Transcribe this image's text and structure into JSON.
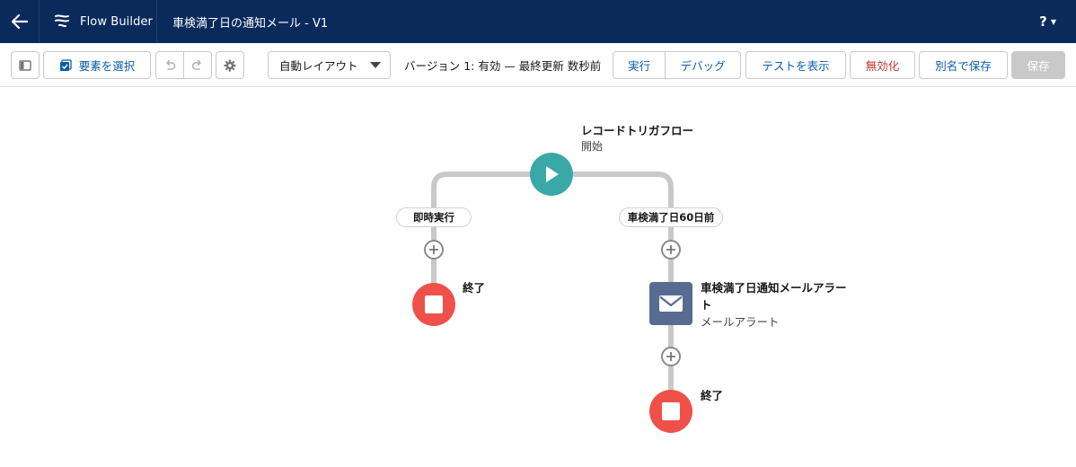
{
  "header": {
    "app_name": "Flow Builder",
    "flow_title": "車検満了日の通知メール - V1",
    "help_label": "?"
  },
  "toolbar": {
    "select_elements_label": "要素を選択",
    "layout_select_value": "自動レイアウト",
    "version_status": "バージョン 1: 有効 — 最終更新 数秒前",
    "run_label": "実行",
    "debug_label": "デバッグ",
    "view_tests_label": "テストを表示",
    "deactivate_label": "無効化",
    "save_as_label": "別名で保存",
    "save_label": "保存"
  },
  "flow": {
    "start": {
      "title": "レコードトリガフロー",
      "subtitle": "開始"
    },
    "branches": [
      {
        "label": "即時実行",
        "end_label": "終了"
      },
      {
        "label": "車検満了日60日前",
        "end_label": "終了",
        "action": {
          "title_line1": "車検満了日通知メールアラー",
          "title_line2": "ト",
          "subtitle": "メールアラート"
        }
      }
    ]
  },
  "colors": {
    "header_bg": "#0b2a5c",
    "start_node": "#3ba8a8",
    "end_node": "#f0504a",
    "email_action": "#586b91",
    "connector": "#c9c9c9",
    "link_blue": "#0b5cab",
    "danger_red": "#c23934"
  }
}
